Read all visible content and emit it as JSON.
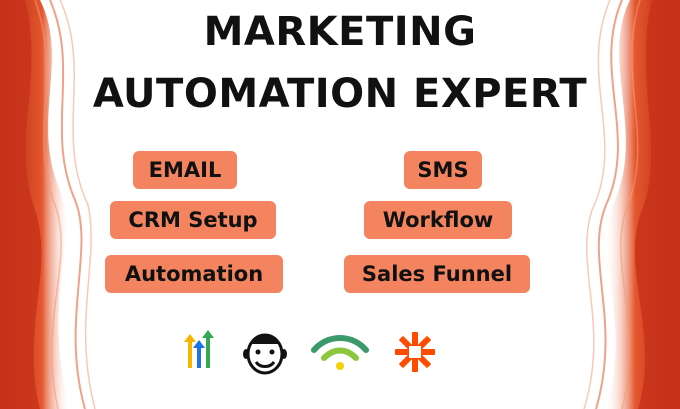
{
  "headline": {
    "line1": "MARKETING",
    "line2": "AUTOMATION EXPERT"
  },
  "tags": {
    "email": "EMAIL",
    "crm": "CRM Setup",
    "automation": "Automation",
    "sms": "SMS",
    "workflow": "Workflow",
    "funnel": "Sales Funnel"
  },
  "logos": [
    "gohighlevel-logo",
    "mailchimp-logo",
    "signal-arc-logo",
    "zapier-logo"
  ],
  "colors": {
    "tag_fill": "#f4845f",
    "decoration_red": "#d63a1c",
    "text": "#111111"
  }
}
